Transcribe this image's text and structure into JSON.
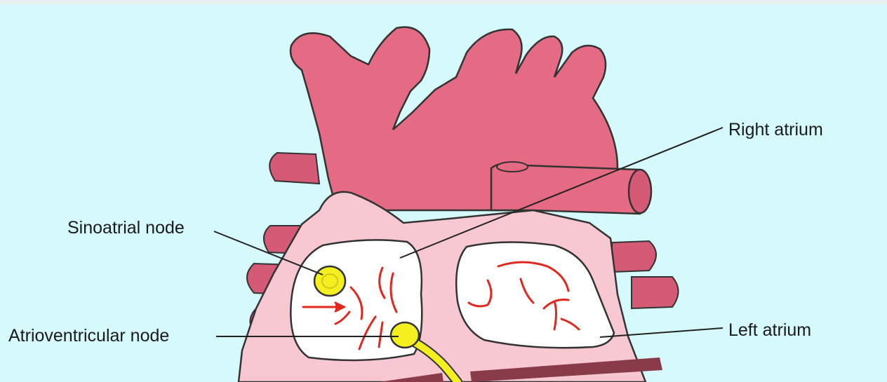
{
  "diagram": {
    "labels": {
      "right_atrium": "Right atrium",
      "sinoatrial_node": "Sinoatrial node",
      "atrioventricular_node": "Atrioventricular node",
      "left_atrium": "Left atrium"
    },
    "colors": {
      "background": "#d6fafb",
      "vessel": "#e56b85",
      "vessel_dark": "#d45a75",
      "atria_wall": "#f7c7d2",
      "chamber": "#ffffff",
      "node": "#f4ef1f",
      "arrow": "#e0281e",
      "ventricle_band": "#8a3b4a"
    }
  }
}
